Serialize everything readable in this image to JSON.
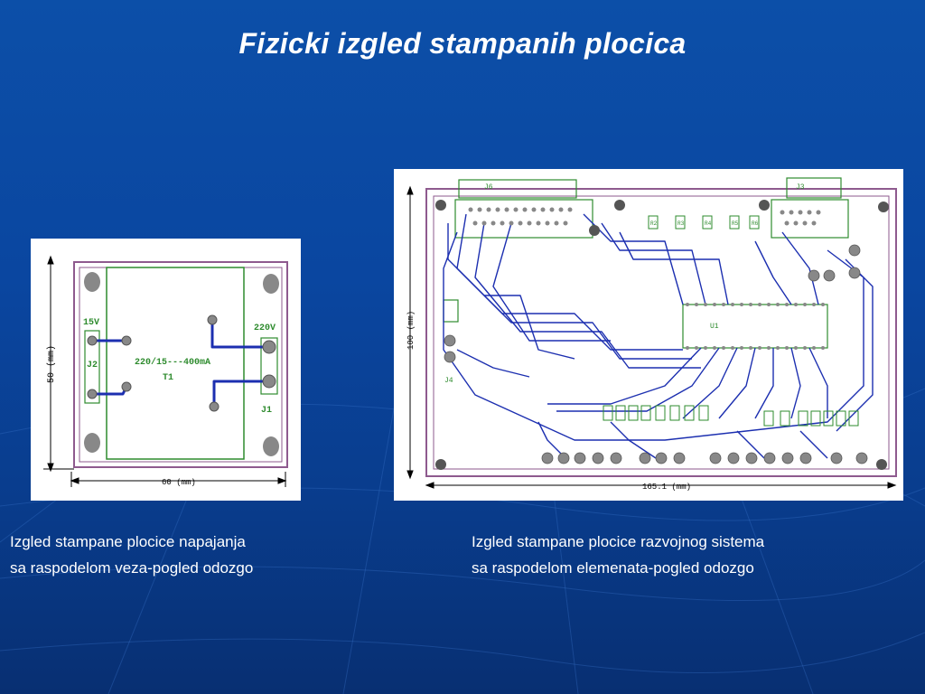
{
  "slide": {
    "title": "Fizicki izgled stampanih plocica"
  },
  "left_board": {
    "width_dim": "60 (mm)",
    "height_dim": "50 (mm)",
    "label_15v": "15V",
    "label_j2": "J2",
    "label_220v": "220V",
    "label_j1": "J1",
    "transformer_rating": "220/15---400mA",
    "transformer_ref": "T1"
  },
  "right_board": {
    "width_dim": "165.1 (mm)",
    "height_dim": "100 (mm)",
    "connector_j6": "J6",
    "connector_j3": "J3",
    "connector_j4": "J4",
    "ic_u1": "U1",
    "resistors": [
      "R2",
      "R3",
      "R4",
      "R5",
      "R6"
    ]
  },
  "captions": {
    "left_line1": "Izgled  stampane plocice napajanja",
    "left_line2": "sa raspodelom veza-pogled odozgo",
    "right_line1": "Izgled  stampane plocice razvojnog sistema",
    "right_line2": "sa raspodelom elemenata-pogled odozgo"
  },
  "colors": {
    "trace": "#1c2fb0",
    "outline": "#2e8b2e",
    "pad": "#888888",
    "board_edge": "#8e5a8e"
  }
}
